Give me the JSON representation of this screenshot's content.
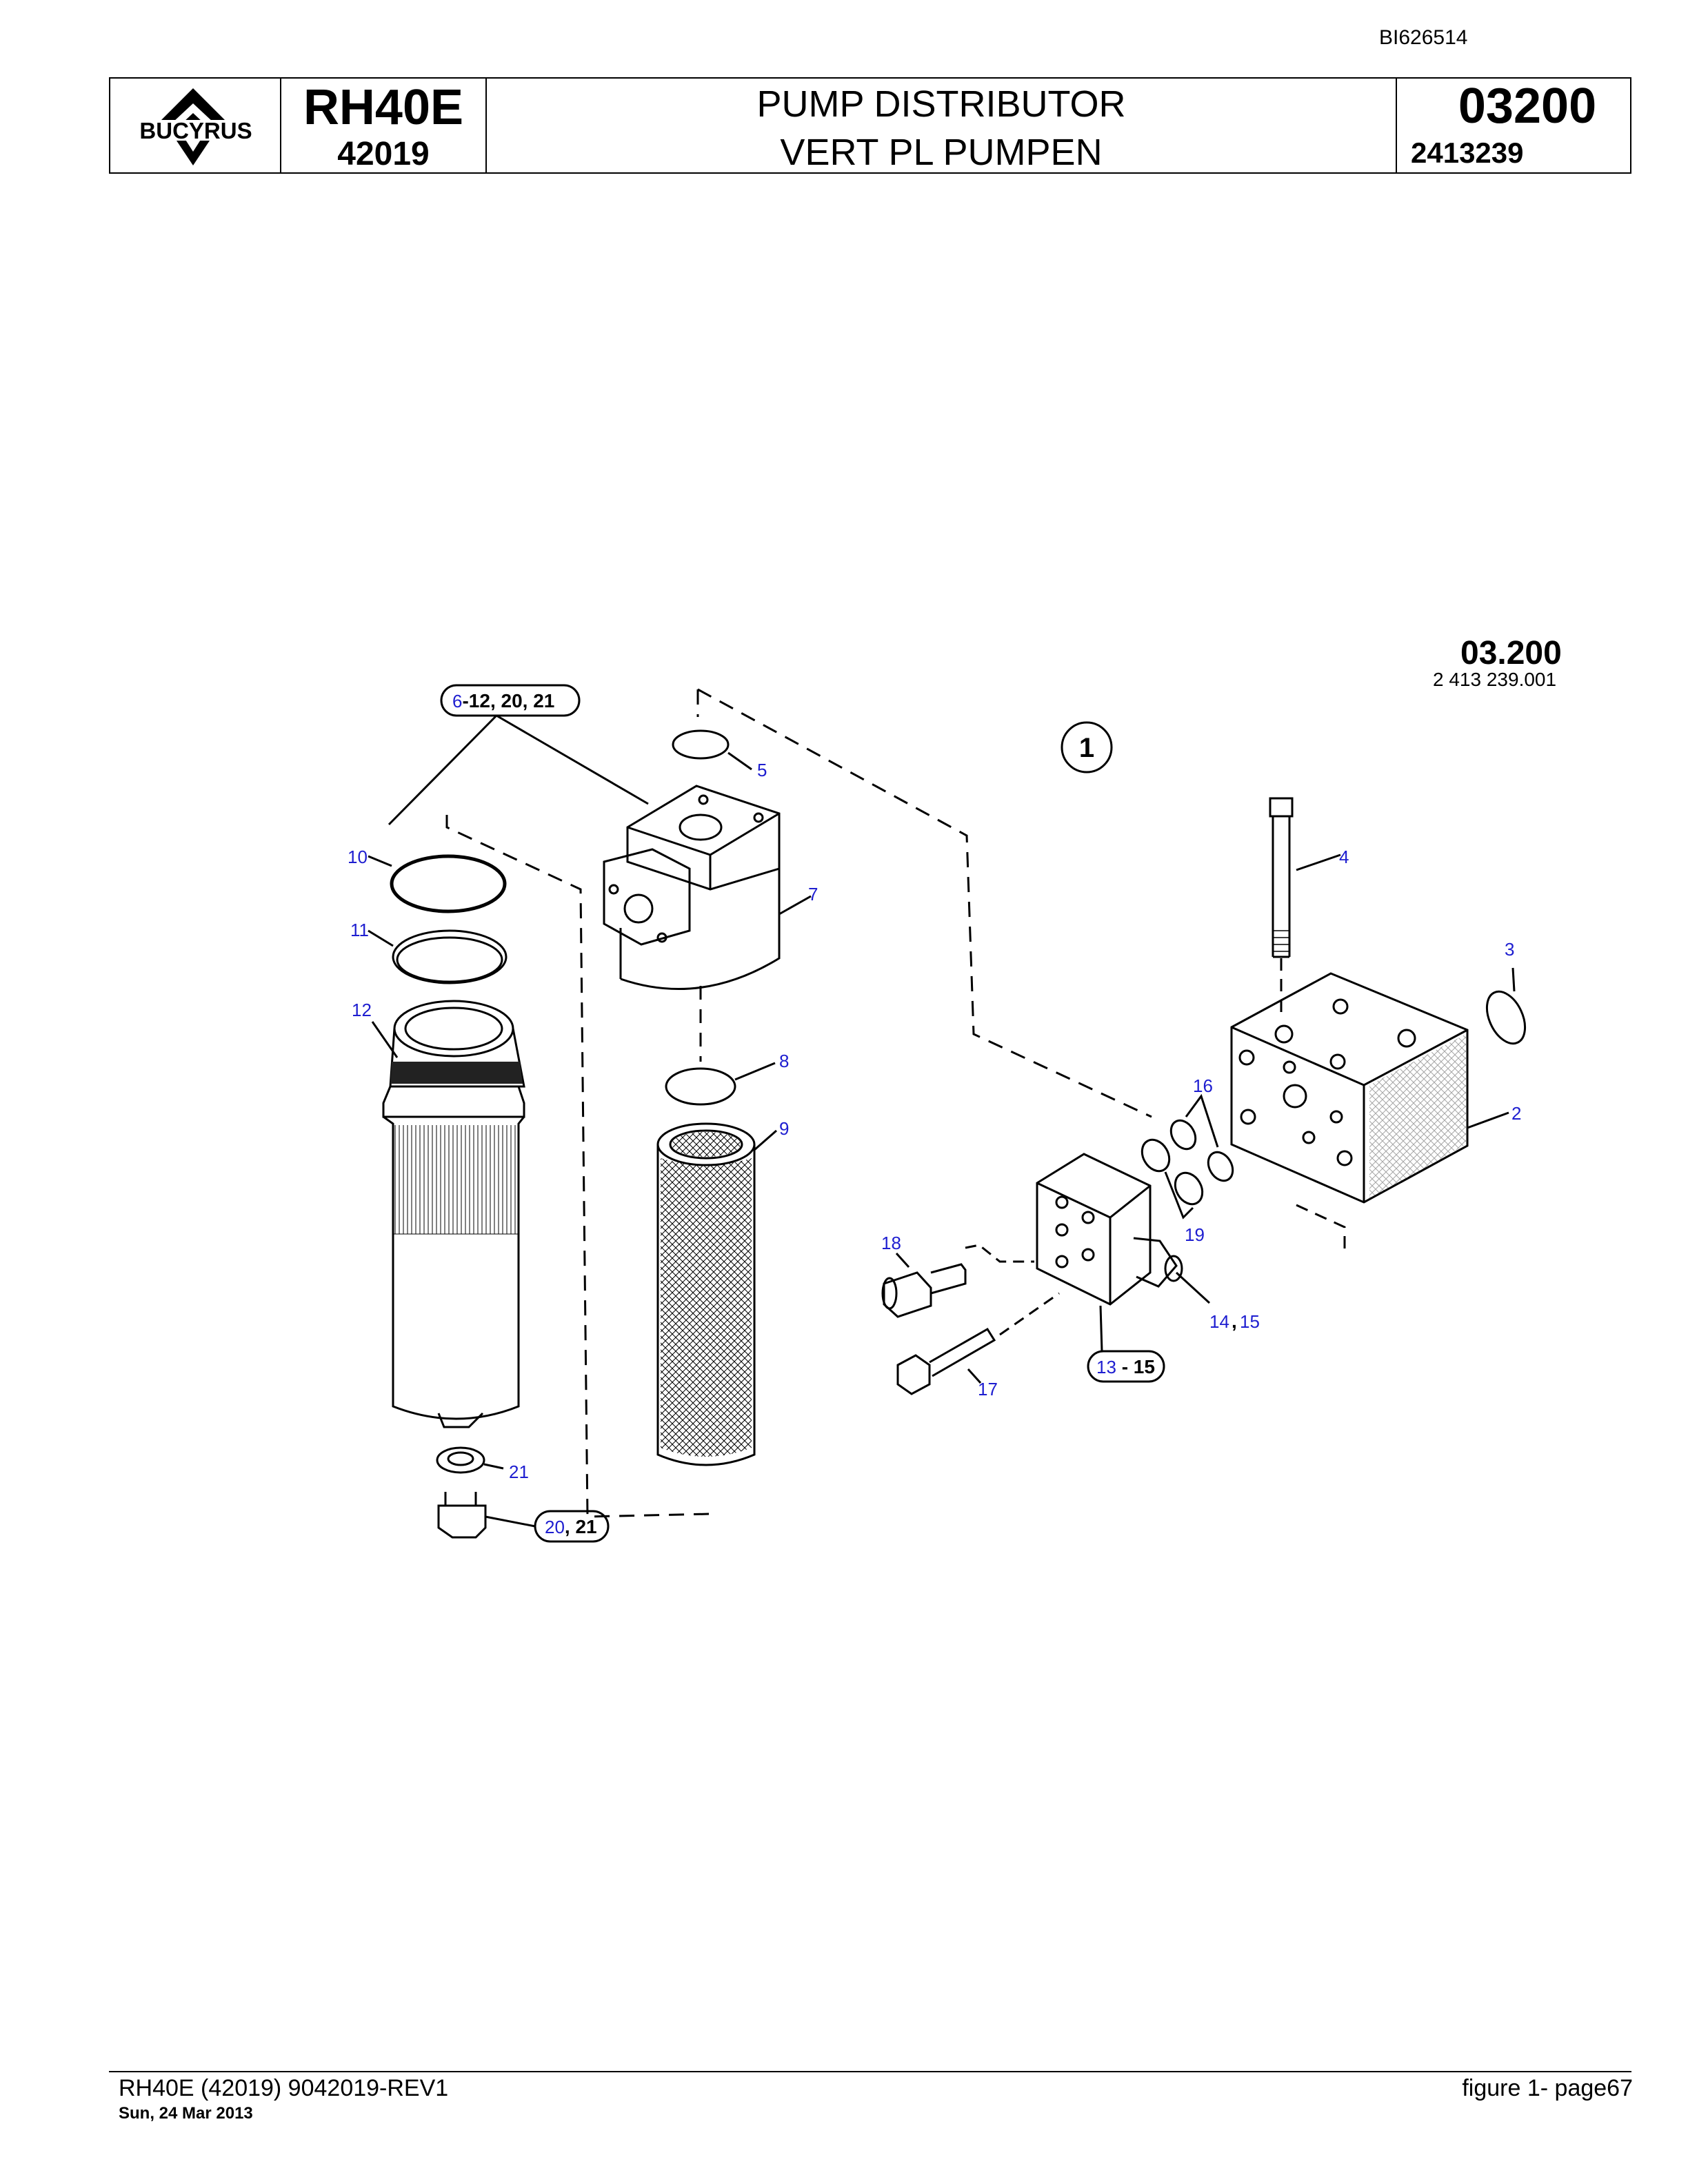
{
  "document": {
    "doc_id": "BI626514"
  },
  "title_block": {
    "logo_text": "BUCYRUS",
    "model": "RH40E",
    "serial": "42019",
    "title_en": "PUMP DISTRIBUTOR",
    "title_de": "VERT PL PUMPEN",
    "group_number": "03200",
    "part_number": "2413239"
  },
  "drawing": {
    "group_ref": "03.200",
    "drawing_number": "2 413 239.001",
    "figure_marker": "1",
    "callouts": {
      "c2": "2",
      "c3": "3",
      "c4": "4",
      "c5": "5",
      "c7": "7",
      "c8": "8",
      "c9": "9",
      "c10": "10",
      "c11": "11",
      "c12": "12",
      "c16": "16",
      "c17": "17",
      "c18": "18",
      "c19": "19",
      "c21": "21",
      "c14": "14",
      "c15": "15",
      "grp_6_start": "6",
      "grp_6_rest": "-12, 20, 21",
      "grp_20_start": "20",
      "grp_20_rest": ", 21",
      "grp_13_start": "13",
      "grp_13_rest": " - 15",
      "comma": ","
    }
  },
  "footer": {
    "left_line1": "RH40E (42019) 9042019-REV1",
    "left_line2": "Sun, 24 Mar 2013",
    "right": "figure  1- page67"
  }
}
